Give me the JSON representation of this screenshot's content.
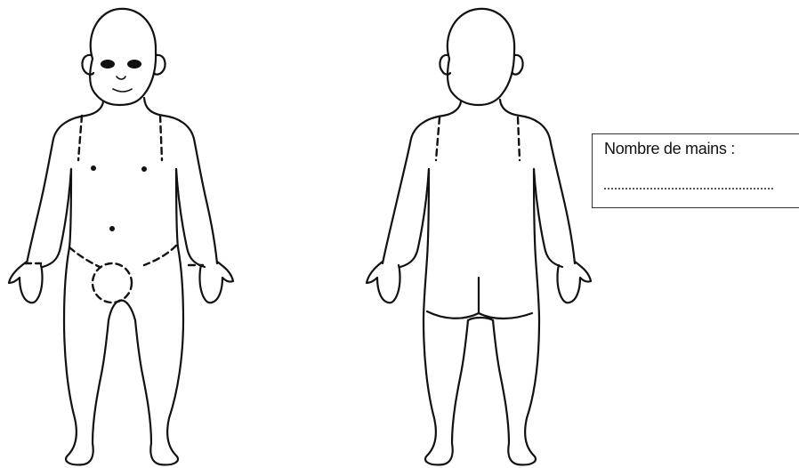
{
  "figures": [
    {
      "view": "front"
    },
    {
      "view": "back"
    }
  ],
  "hands_field": {
    "label": "Nombre de mains :",
    "value": ""
  }
}
